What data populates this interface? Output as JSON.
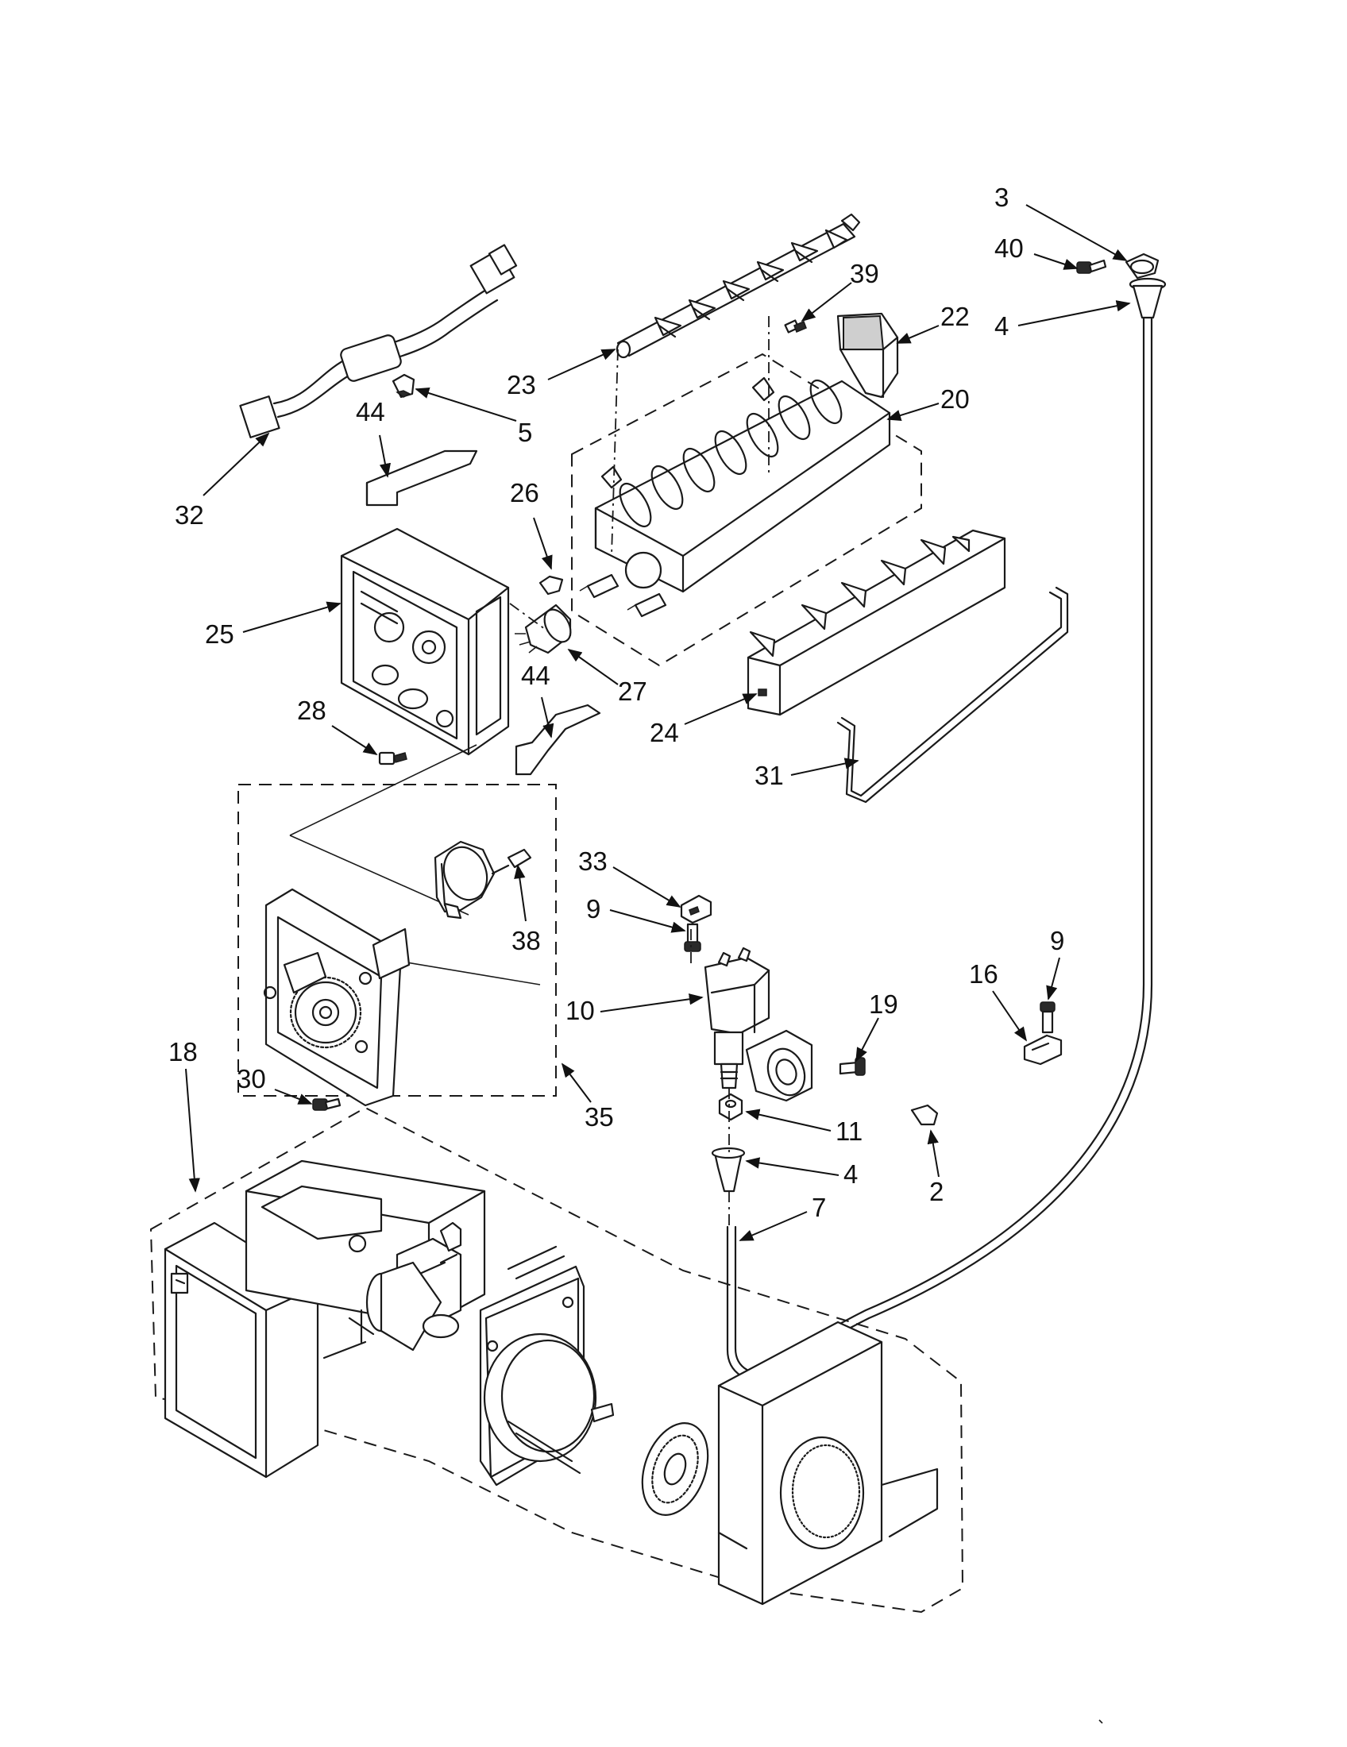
{
  "callouts": [
    {
      "id": "c3",
      "label": "3"
    },
    {
      "id": "c40",
      "label": "40"
    },
    {
      "id": "c4a",
      "label": "4"
    },
    {
      "id": "c39",
      "label": "39"
    },
    {
      "id": "c22",
      "label": "22"
    },
    {
      "id": "c23",
      "label": "23"
    },
    {
      "id": "c20",
      "label": "20"
    },
    {
      "id": "c5",
      "label": "5"
    },
    {
      "id": "c44a",
      "label": "44"
    },
    {
      "id": "c32",
      "label": "32"
    },
    {
      "id": "c26",
      "label": "26"
    },
    {
      "id": "c25",
      "label": "25"
    },
    {
      "id": "c27",
      "label": "27"
    },
    {
      "id": "c44b",
      "label": "44"
    },
    {
      "id": "c24",
      "label": "24"
    },
    {
      "id": "c28",
      "label": "28"
    },
    {
      "id": "c31",
      "label": "31"
    },
    {
      "id": "c33",
      "label": "33"
    },
    {
      "id": "c9a",
      "label": "9"
    },
    {
      "id": "c38",
      "label": "38"
    },
    {
      "id": "c9b",
      "label": "9"
    },
    {
      "id": "c16",
      "label": "16"
    },
    {
      "id": "c10",
      "label": "10"
    },
    {
      "id": "c19",
      "label": "19"
    },
    {
      "id": "c18",
      "label": "18"
    },
    {
      "id": "c30",
      "label": "30"
    },
    {
      "id": "c35",
      "label": "35"
    },
    {
      "id": "c11",
      "label": "11"
    },
    {
      "id": "c2",
      "label": "2"
    },
    {
      "id": "c4b",
      "label": "4"
    },
    {
      "id": "c7",
      "label": "7"
    }
  ]
}
